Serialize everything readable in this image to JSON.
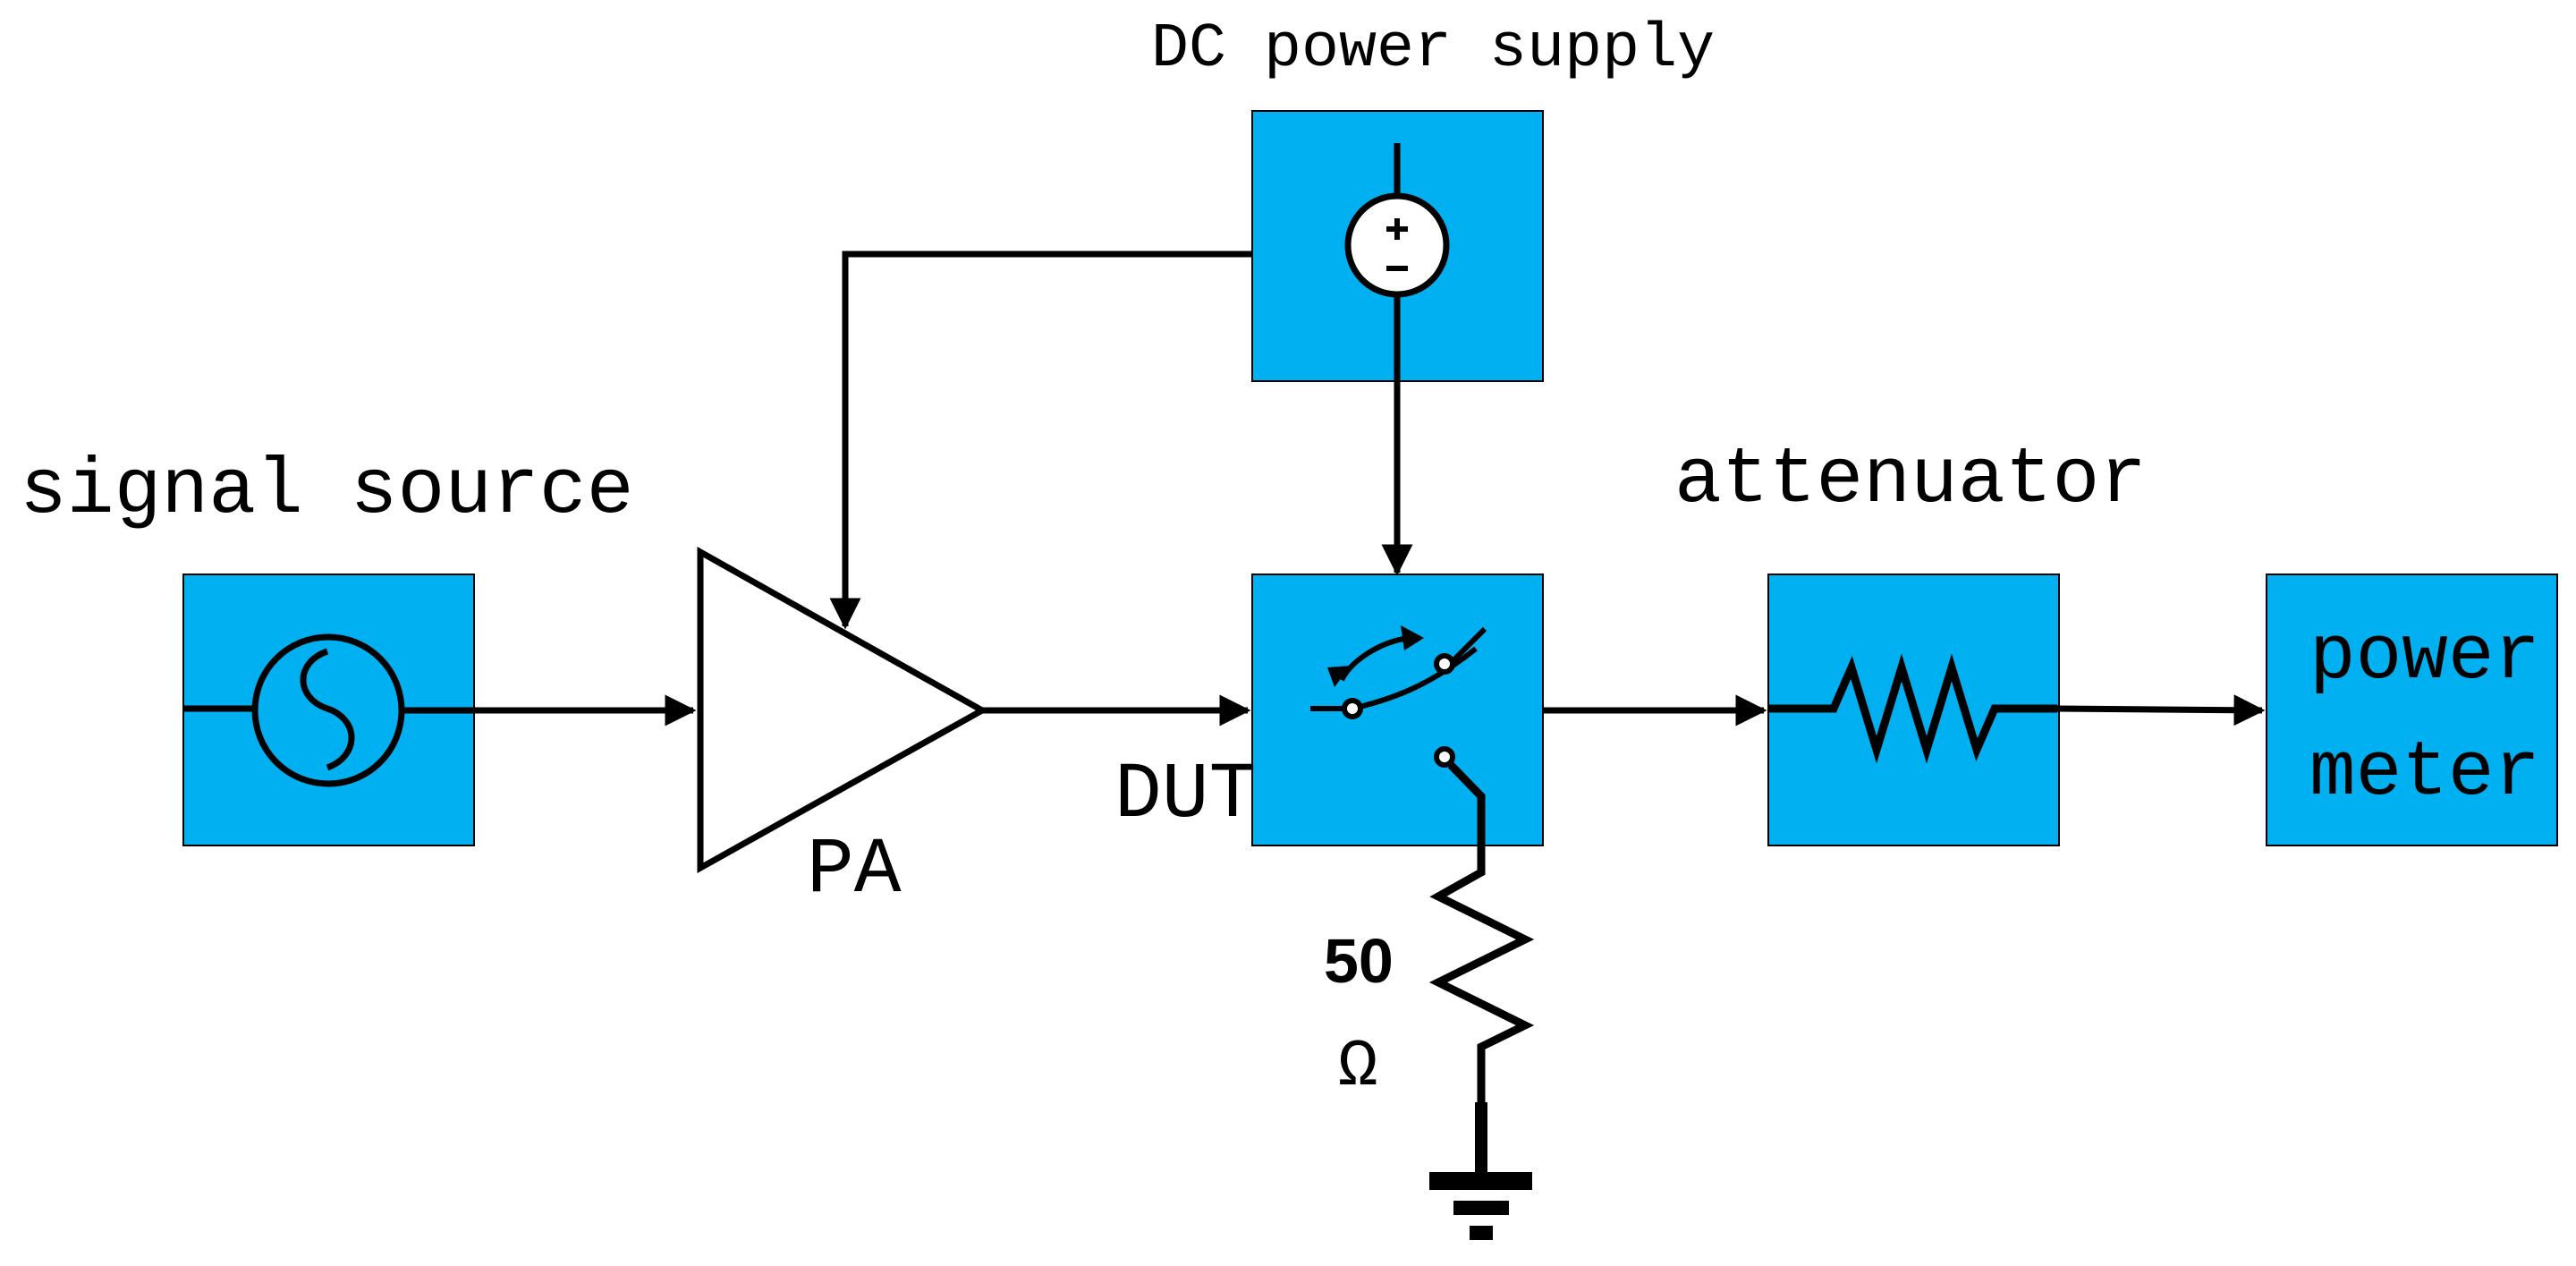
{
  "diagram": {
    "labels": {
      "dc_power_supply": "DC power supply",
      "signal_source": "signal source",
      "attenuator": "attenuator",
      "pa": "PA",
      "dut": "DUT",
      "resistance_value": "50",
      "resistance_unit": "Ω",
      "power_meter_line1": "power",
      "power_meter_line2": "meter"
    },
    "colors": {
      "block_fill": "#00B0F0",
      "block_stroke": "#000000",
      "wire": "#000000",
      "background": "#FFFFFF"
    }
  }
}
